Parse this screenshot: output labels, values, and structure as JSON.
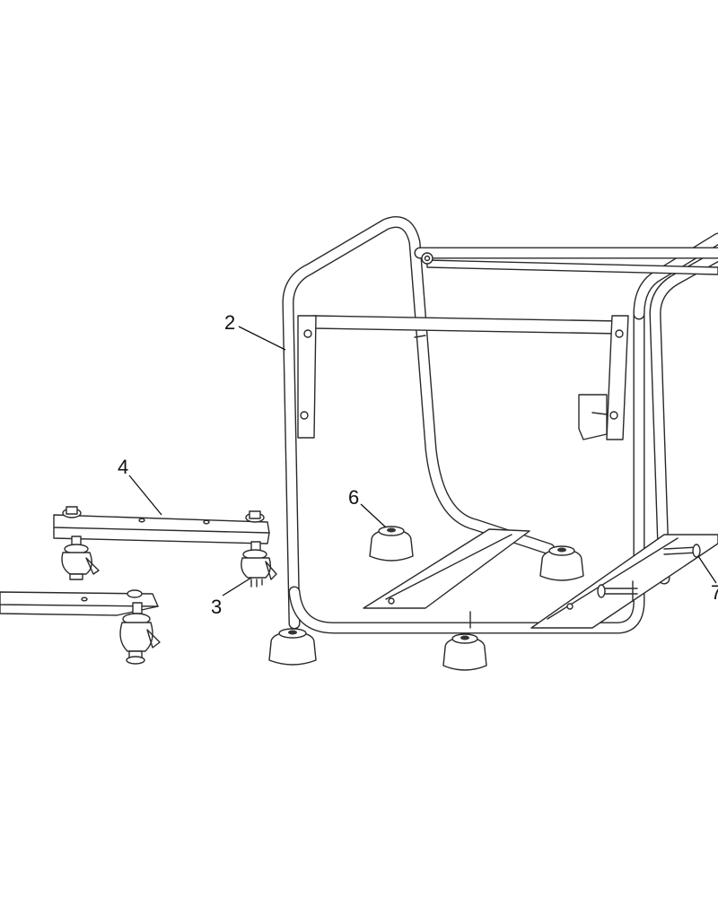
{
  "callouts": {
    "c2": "2",
    "c3": "3",
    "c4": "4",
    "c6": "6",
    "c7": "7"
  },
  "colors": {
    "line": "#2a2a2a",
    "background": "#ffffff"
  }
}
